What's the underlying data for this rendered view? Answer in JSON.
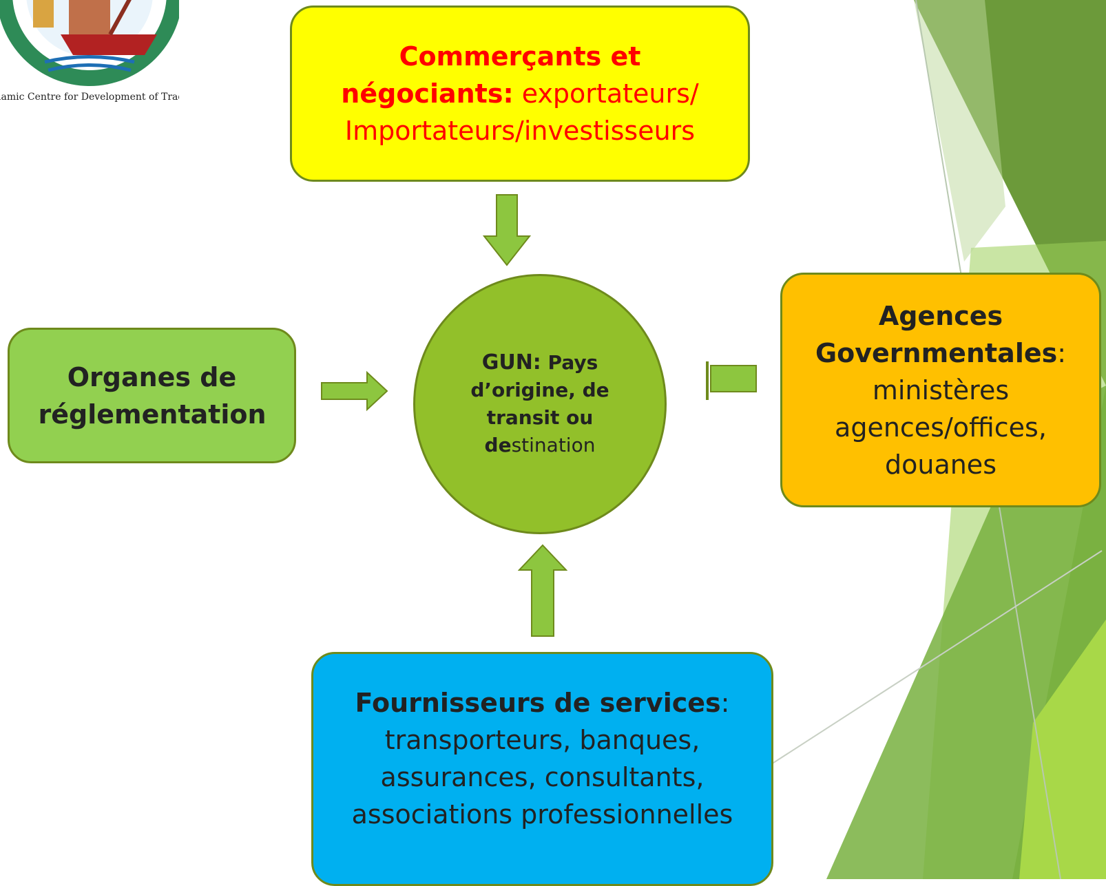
{
  "logo": {
    "text": "Islamic Centre for Development of Trade"
  },
  "top_box": {
    "title": "Commerçants et négociants:",
    "description": " exportateurs/ Importateurs/investisseurs"
  },
  "left_box": {
    "title": "Organes de réglementation"
  },
  "center": {
    "title": "GUN:",
    "line1": " Pays d’origine, de transit ou",
    "line2_bold": "de",
    "line2_rest": "stination"
  },
  "right_box": {
    "title": "Agences Governmentales",
    "colon": ":",
    "description": "ministères agences/offices, douanes"
  },
  "bottom_box": {
    "title": "Fournisseurs de services",
    "colon": ":",
    "description": "transporteurs, banques, assurances, consultants, associations professionnelles"
  },
  "colors": {
    "top_fill": "#ffff00",
    "top_text": "#ff0000",
    "left_fill": "#92d050",
    "center_fill": "#92c02a",
    "right_fill": "#ffc000",
    "bottom_fill": "#00b0f0",
    "arrow_fill": "#8dc63f",
    "outline": "#6e8a1c"
  }
}
